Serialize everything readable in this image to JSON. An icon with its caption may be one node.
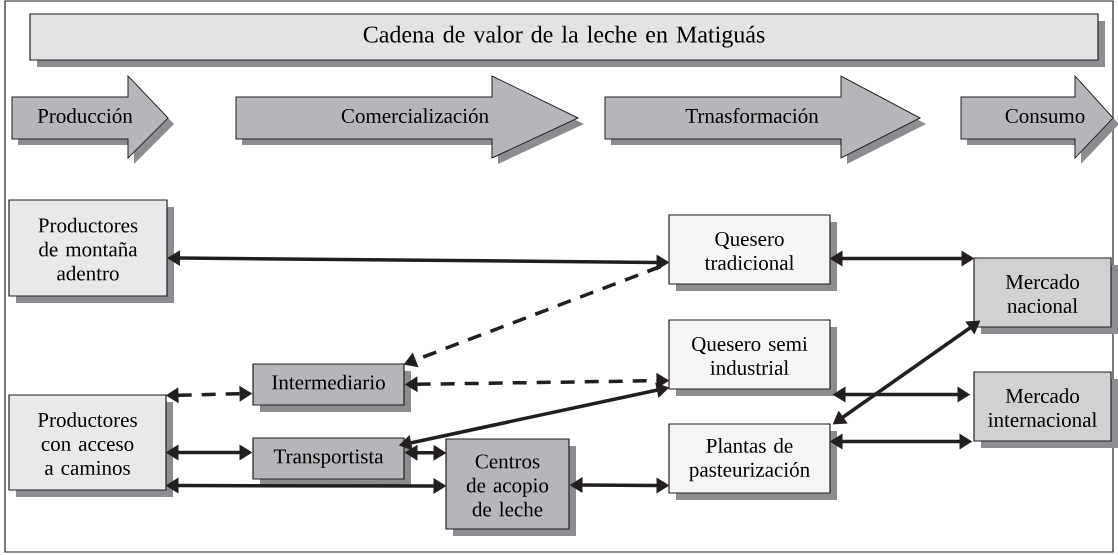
{
  "diagram": {
    "nodes": [
      {
        "text": [
          "Cadena de valor de la leche en Matiguás"
        ]
      },
      {
        "text": [
          "Producción"
        ]
      },
      {
        "text": [
          "Comercialización"
        ]
      },
      {
        "text": [
          "Trnasformación"
        ]
      },
      {
        "text": [
          "Consumo"
        ]
      },
      {
        "text": [
          "Productores de montaña adentro"
        ]
      },
      {
        "text": [
          "Quesero tradicional"
        ]
      },
      {
        "text": [
          "Mercado nacional"
        ]
      },
      {
        "text": [
          "Quesero semi industrial"
        ]
      },
      {
        "text": [
          "Intermediario"
        ]
      },
      {
        "text": [
          "Mercado internacional"
        ]
      },
      {
        "text": [
          "Productores con acceso a caminos"
        ]
      },
      {
        "text": [
          "Transportista"
        ]
      },
      {
        "text": [
          "Plantas de pasteurización"
        ]
      },
      {
        "text": [
          "Centros de acopio de leche"
        ]
      }
    ],
    "edges": [
      {
        "from": 5,
        "to": 6,
        "arrow": "both"
      },
      {
        "from": 6,
        "to": 9,
        "arrow": "to",
        "style": "dashed"
      },
      {
        "from": 9,
        "to": 8,
        "arrow": "both",
        "style": "dashed"
      },
      {
        "from": 11,
        "to": 9,
        "arrow": "both",
        "style": "dashed"
      },
      {
        "from": 12,
        "to": 8,
        "arrow": "both"
      },
      {
        "from": 11,
        "to": 12,
        "arrow": "both"
      },
      {
        "from": 11,
        "to": 14,
        "arrow": "both"
      },
      {
        "from": 12,
        "to": 14,
        "arrow": "both"
      },
      {
        "from": 14,
        "to": 13,
        "arrow": "both"
      },
      {
        "from": 6,
        "to": 7,
        "arrow": "both"
      },
      {
        "from": 8,
        "to": 10,
        "arrow": "both"
      },
      {
        "from": 13,
        "to": 7,
        "arrow": "both"
      },
      {
        "from": 13,
        "to": 10,
        "arrow": "both"
      }
    ]
  }
}
